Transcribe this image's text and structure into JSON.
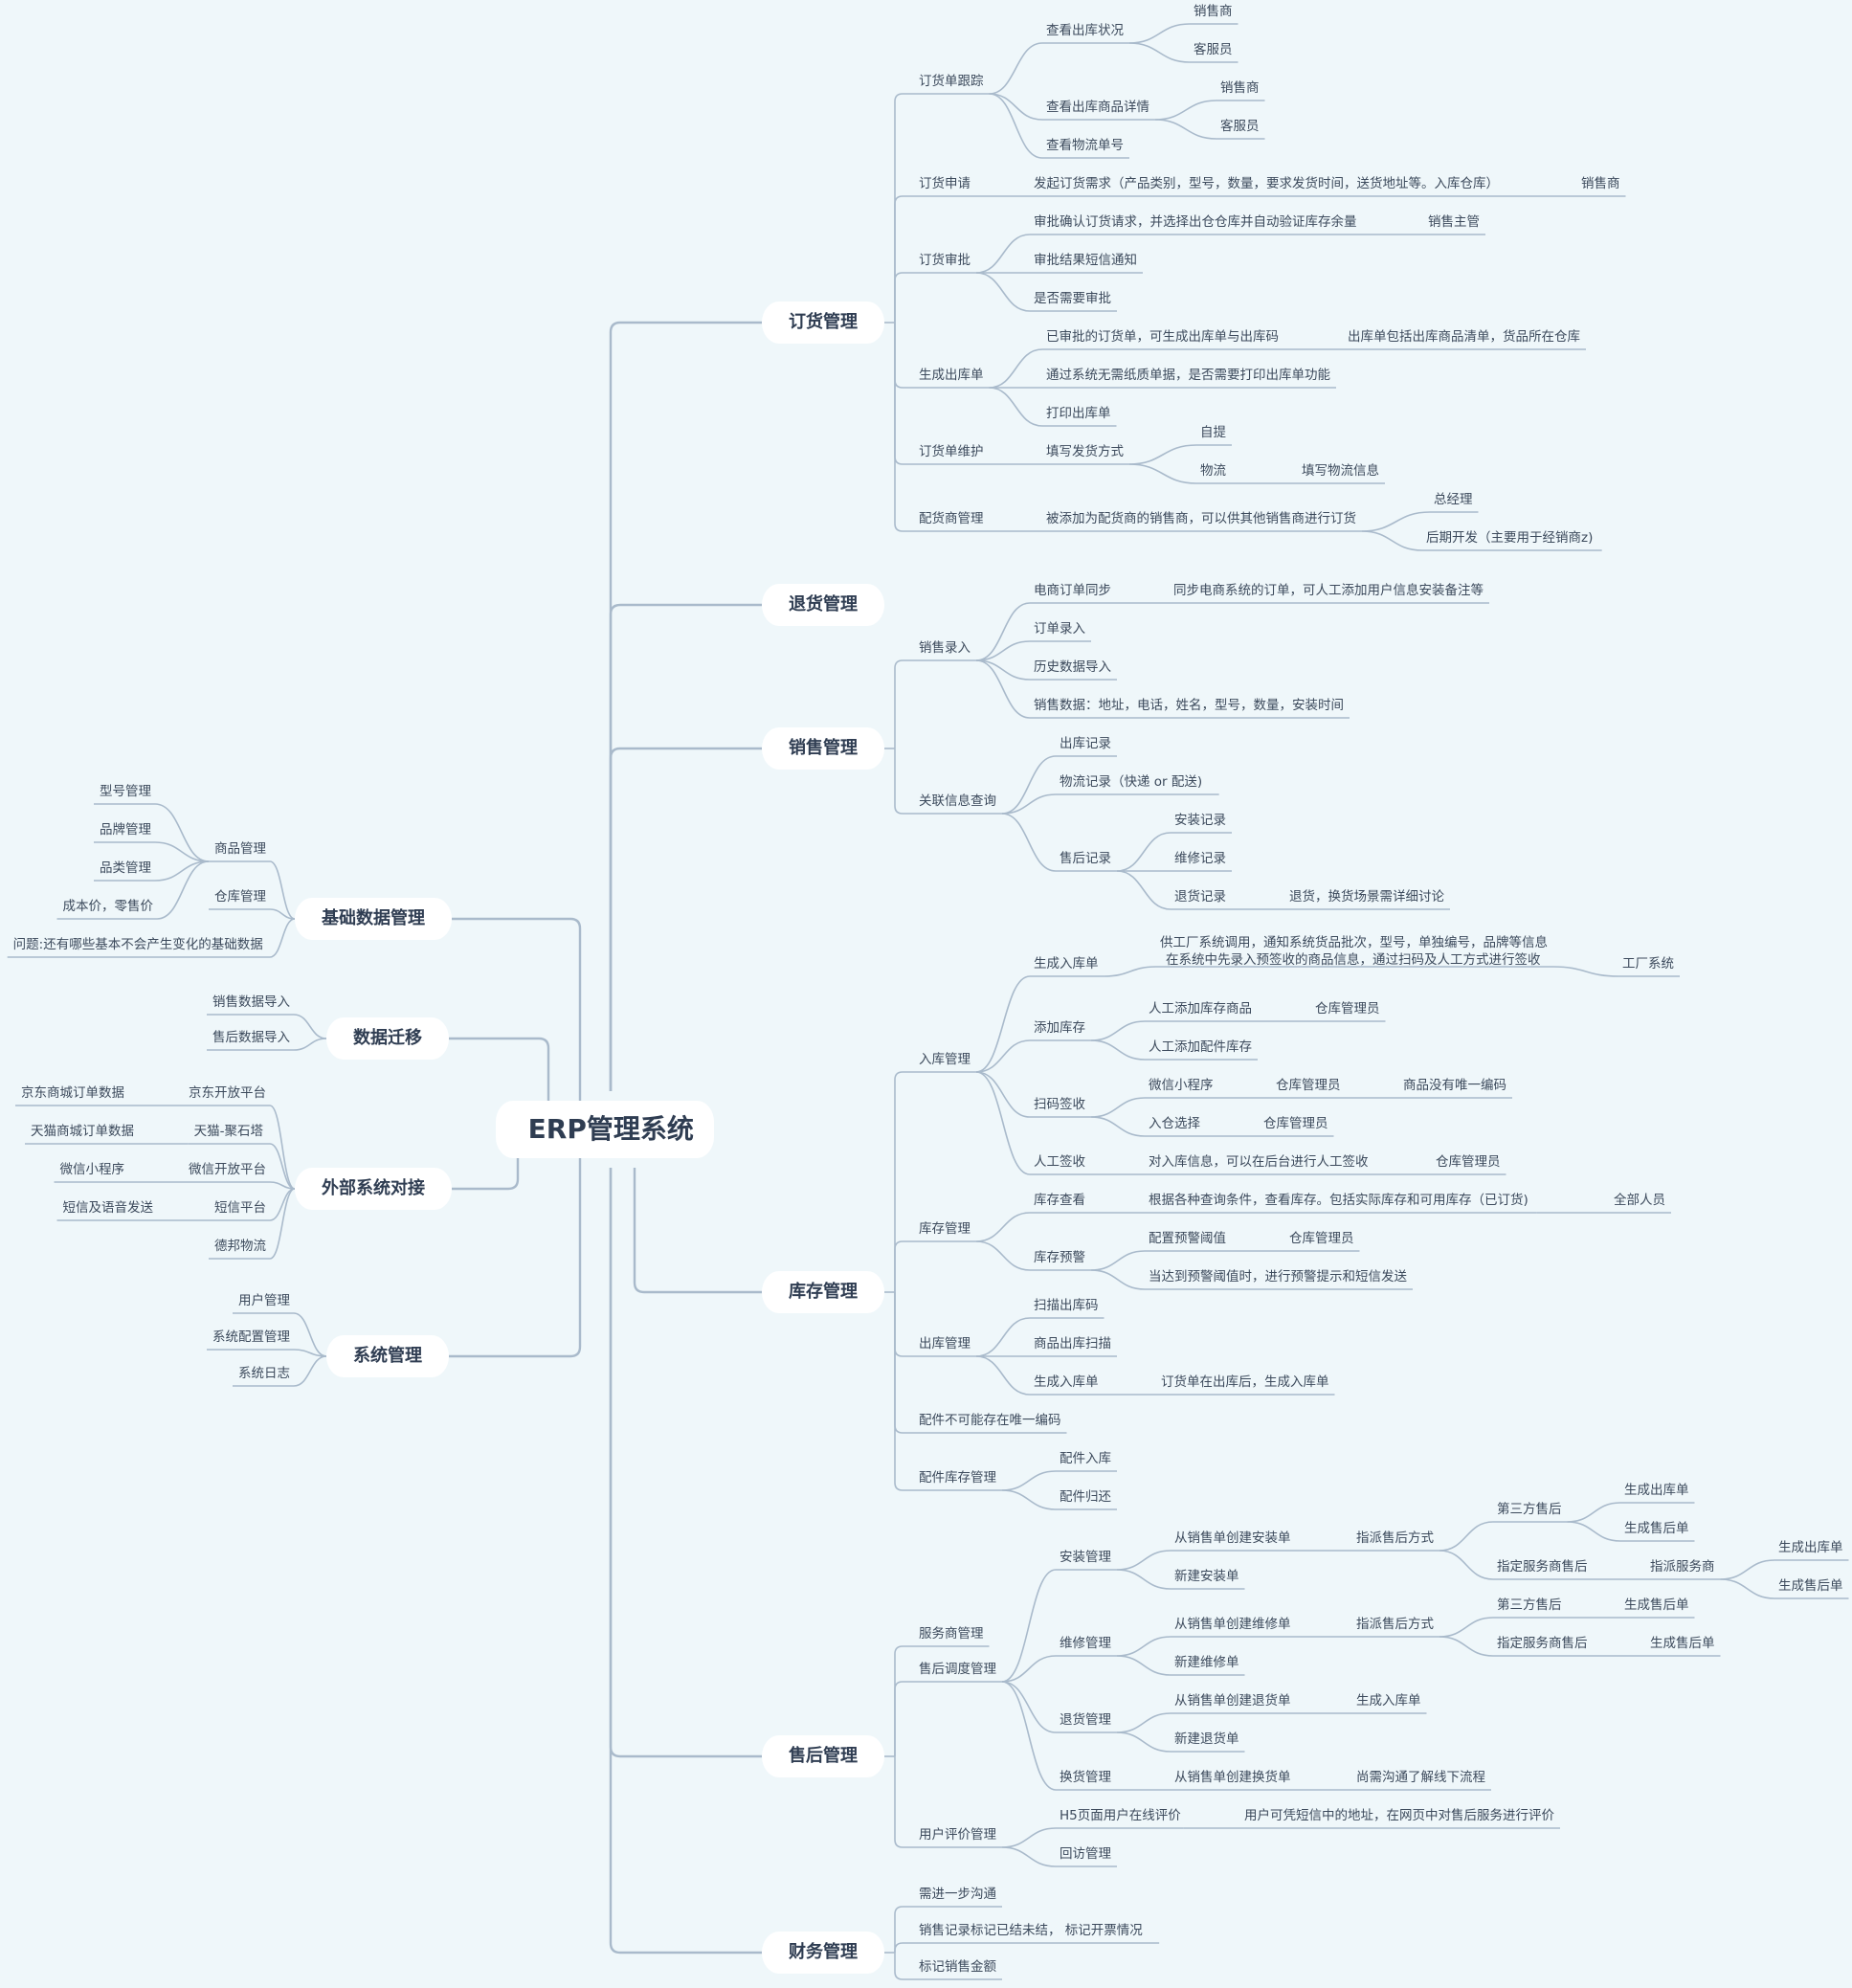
{
  "colors": {
    "background": "#eff7fa",
    "line": "#a9bacb",
    "text": "#3c4a5c",
    "node_bg": "#ffffff"
  },
  "root": {
    "label": "ERP管理系统"
  },
  "branches": {
    "order": {
      "label": "订货管理",
      "track": {
        "label": "订货单跟踪",
        "outbound_status": {
          "label": "查看出库状况",
          "dealer": "销售商",
          "service": "客服员"
        },
        "outbound_detail": {
          "label": "查看出库商品详情",
          "dealer": "销售商",
          "service": "客服员"
        },
        "logistics_no": "查看物流单号"
      },
      "apply": {
        "label": "订货申请",
        "detail": "发起订货需求（产品类别，型号，数量，要求发货时间，送货地址等。入库仓库）",
        "role": "销售商"
      },
      "approve": {
        "label": "订货审批",
        "confirm": "审批确认订货请求，并选择出仓仓库并自动验证库存余量",
        "confirm_role": "销售主管",
        "sms": "审批结果短信通知",
        "need": "是否需要审批"
      },
      "outbound": {
        "label": "生成出库单",
        "gen": "已审批的订货单，可生成出库单与出库码",
        "gen_note": "出库单包括出库商品清单，货品所在仓库",
        "paperless": "通过系统无需纸质单据，是否需要打印出库单功能",
        "print": "打印出库单"
      },
      "maintain": {
        "label": "订货单维护",
        "ship": "填写发货方式",
        "self": "自提",
        "logistics": "物流",
        "logistics_info": "填写物流信息"
      },
      "distributor": {
        "label": "配货商管理",
        "detail": "被添加为配货商的销售商，可以供其他销售商进行订货",
        "gm": "总经理",
        "later": "后期开发（主要用于经销商z)"
      }
    },
    "return": {
      "label": "退货管理"
    },
    "sales": {
      "label": "销售管理",
      "entry": {
        "label": "销售录入",
        "ecom": "电商订单同步",
        "ecom_note": "同步电商系统的订单，可人工添加用户信息安装备注等",
        "order": "订单录入",
        "history": "历史数据导入",
        "fields": "销售数据：地址，电话，姓名，型号，数量，安装时间"
      },
      "query": {
        "label": "关联信息查询",
        "outbound": "出库记录",
        "logistics": "物流记录（快递 or 配送)",
        "aftersale": "售后记录",
        "install": "安装记录",
        "repair": "维修记录",
        "ret": "退货记录",
        "ret_note": "退货，换货场景需详细讨论"
      }
    },
    "inventory": {
      "label": "库存管理",
      "inbound": {
        "label": "入库管理",
        "gen": {
          "label": "生成入库单",
          "line1": "供工厂系统调用，通知系统货品批次，型号，单独编号，品牌等信息",
          "line2": "在系统中先录入预签收的商品信息，通过扫码及人工方式进行签收",
          "factory": "工厂系统"
        },
        "add": {
          "label": "添加库存",
          "goods": "人工添加库存商品",
          "goods_role": "仓库管理员",
          "parts": "人工添加配件库存"
        },
        "scan": {
          "label": "扫码签收",
          "wechat": "微信小程序",
          "wechat_role": "仓库管理员",
          "unique": "商品没有唯一编码",
          "choose": "入仓选择",
          "choose_role": "仓库管理员"
        },
        "manual": {
          "label": "人工签收",
          "detail": "对入库信息，可以在后台进行人工签收",
          "role": "仓库管理员"
        }
      },
      "stock": {
        "label": "库存管理",
        "view": "库存查看",
        "view_note": "根据各种查询条件，查看库存。包括实际库存和可用库存（已订货)",
        "view_role": "全部人员",
        "alert": "库存预警",
        "threshold": "配置预警阈值",
        "threshold_role": "仓库管理员",
        "reach": "当达到预警阈值时，进行预警提示和短信发送"
      },
      "outbound": {
        "label": "出库管理",
        "scan_code": "扫描出库码",
        "scan_goods": "商品出库扫描",
        "gen": "生成入库单",
        "gen_note": "订货单在出库后，生成入库单"
      },
      "parts_note": "配件不可能存在唯一编码",
      "parts": {
        "label": "配件库存管理",
        "in": "配件入库",
        "back": "配件归还"
      }
    },
    "after": {
      "label": "售后管理",
      "provider": "服务商管理",
      "dispatch": {
        "label": "售后调度管理",
        "install": {
          "label": "安装管理",
          "from": "从销售单创建安装单",
          "assign": "指派售后方式",
          "third": "第三方售后",
          "t1": "生成出库单",
          "t2": "生成售后单",
          "svc": "指定服务商售后",
          "svc_assign": "指派服务商",
          "s1": "生成出库单",
          "s2": "生成售后单",
          "new": "新建安装单"
        },
        "repair": {
          "label": "维修管理",
          "from": "从销售单创建维修单",
          "assign": "指派售后方式",
          "third": "第三方售后",
          "t1": "生成售后单",
          "svc": "指定服务商售后",
          "s1": "生成售后单",
          "new": "新建维修单"
        },
        "ret": {
          "label": "退货管理",
          "from": "从销售单创建退货单",
          "gen": "生成入库单",
          "new": "新建退货单"
        },
        "exchange": {
          "label": "换货管理",
          "from": "从销售单创建换货单",
          "note": "尚需沟通了解线下流程"
        }
      },
      "review": {
        "label": "用户评价管理",
        "h5": "H5页面用户在线评价",
        "h5_note": "用户可凭短信中的地址，在网页中对售后服务进行评价",
        "visit": "回访管理"
      }
    },
    "finance": {
      "label": "财务管理",
      "c1": "需进一步沟通",
      "c2": "销售记录标记已结未结，  标记开票情况",
      "c3": "标记销售金额"
    },
    "basic": {
      "label": "基础数据管理",
      "goods": "商品管理",
      "model": "型号管理",
      "brand": "品牌管理",
      "category": "品类管理",
      "price": "成本价，零售价",
      "warehouse": "仓库管理",
      "question": "问题:还有哪些基本不会产生变化的基础数据"
    },
    "migrate": {
      "label": "数据迁移",
      "sales": "销售数据导入",
      "after": "售后数据导入"
    },
    "external": {
      "label": "外部系统对接",
      "jd": "京东开放平台",
      "jd_data": "京东商城订单数据",
      "tmall": "天猫-聚石塔",
      "tmall_data": "天猫商城订单数据",
      "wx": "微信开放平台",
      "wx_data": "微信小程序",
      "sms": "短信平台",
      "sms_data": "短信及语音发送",
      "debang": "德邦物流"
    },
    "system": {
      "label": "系统管理",
      "user": "用户管理",
      "config": "系统配置管理",
      "log": "系统日志"
    }
  }
}
